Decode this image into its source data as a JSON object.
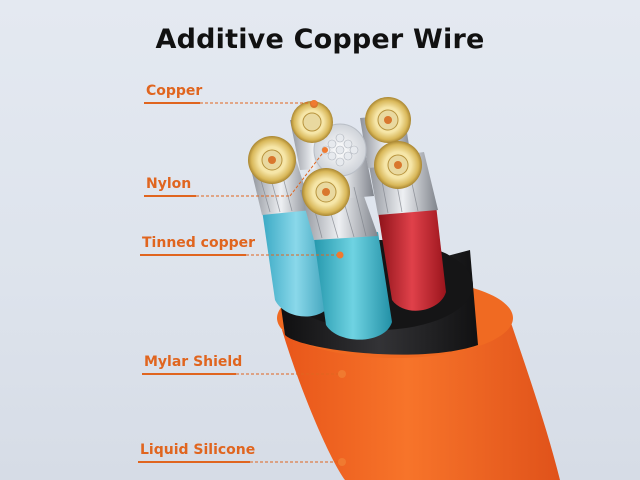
{
  "title": "Additive Copper Wire",
  "labels": {
    "copper": "Copper",
    "nylon": "Nylon",
    "tinned_copper": "Tinned copper",
    "mylar_shield": "Mylar Shield",
    "liquid_silicone": "Liquid Silicone"
  },
  "colors": {
    "label_text": "#e0651f",
    "leader_line": "#e0651f",
    "jacket_orange": "#f3641e",
    "shield_black": "#1b1b1b",
    "wire_blue": "#5cc2d8",
    "wire_teal": "#3bb4c6",
    "wire_red": "#c8232c",
    "conductor_silver": "#c9ccd1"
  }
}
